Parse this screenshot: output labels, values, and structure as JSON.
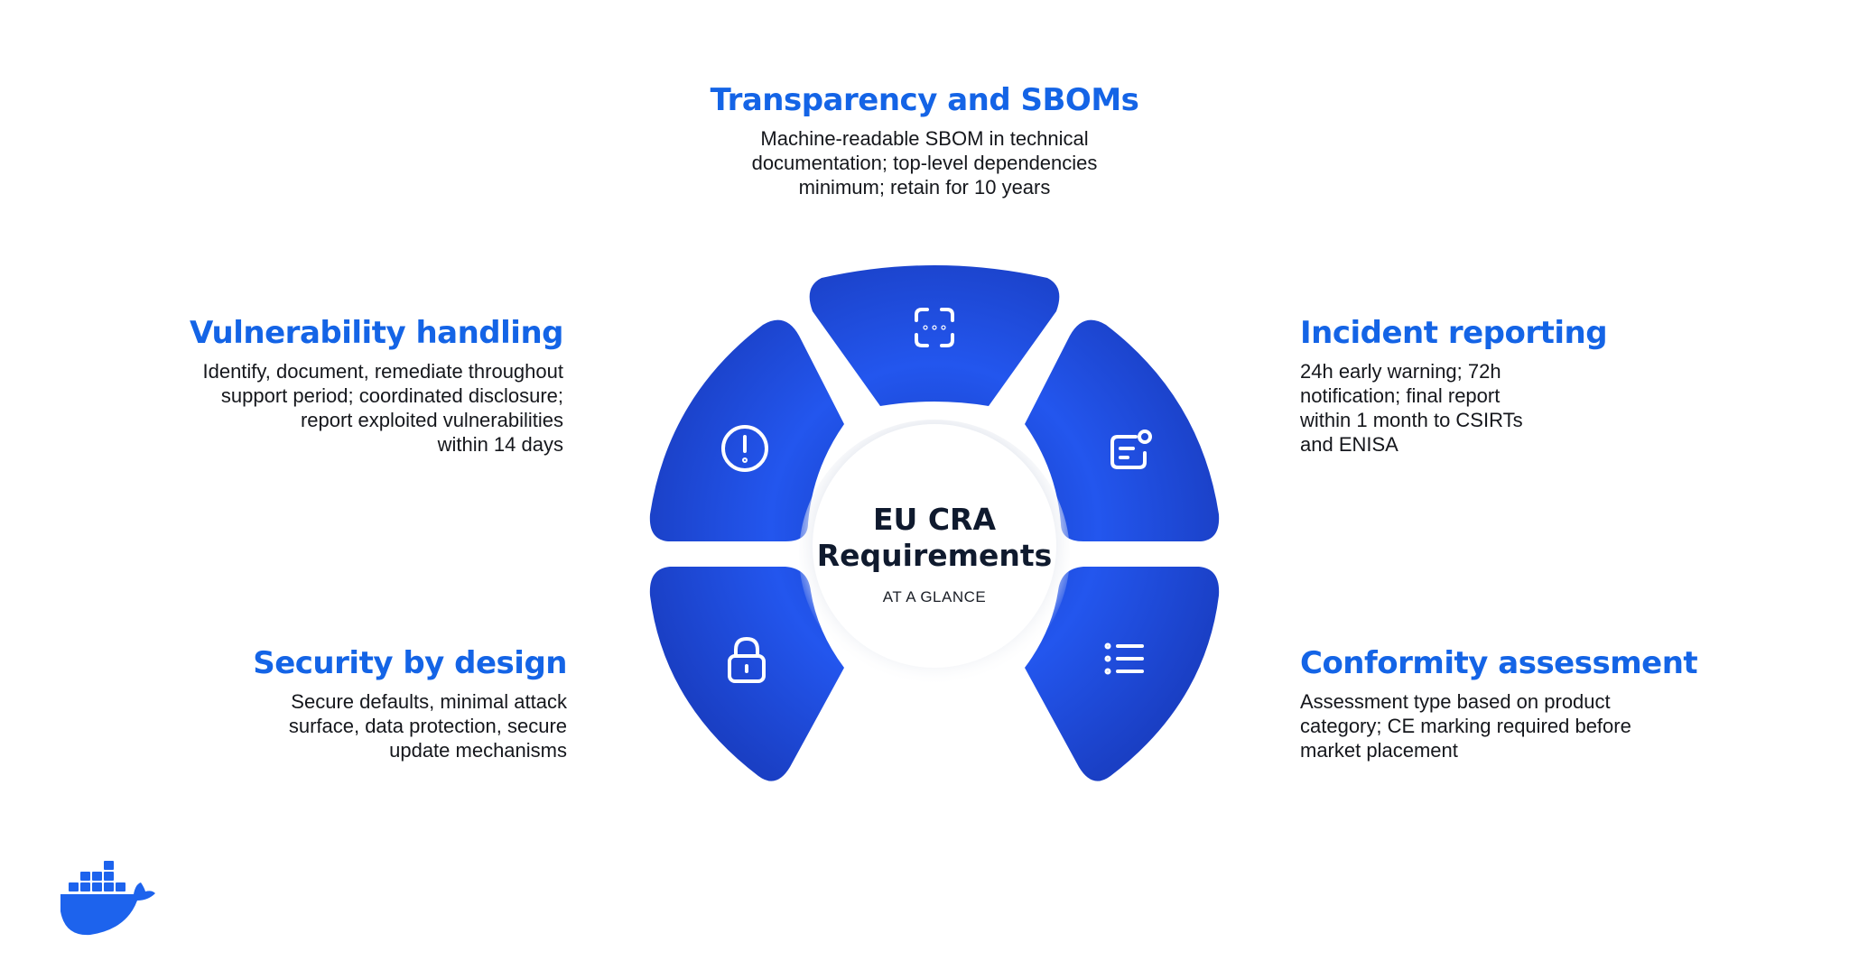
{
  "center": {
    "title_line1": "EU CRA",
    "title_line2": "Requirements",
    "subtitle": "AT A GLANCE"
  },
  "segments": [
    {
      "key": "top",
      "title": "Transparency and SBOMs",
      "lines": [
        "Machine-readable SBOM in technical",
        "documentation; top-level dependencies",
        "minimum; retain for 10 years"
      ],
      "icon": "scan-frame-icon"
    },
    {
      "key": "top-left",
      "title": "Vulnerability handling",
      "lines": [
        "Identify, document, remediate throughout",
        "support period; coordinated disclosure;",
        "report exploited vulnerabilities",
        "within 14 days"
      ],
      "icon": "alert-circle-icon"
    },
    {
      "key": "top-right",
      "title": "Incident reporting",
      "lines": [
        "24h early warning; 72h",
        "notification; final report",
        "within 1 month to CSIRTs",
        "and ENISA"
      ],
      "icon": "report-notification-icon"
    },
    {
      "key": "bottom-left",
      "title": "Security by design",
      "lines": [
        "Secure defaults, minimal attack",
        "surface, data protection, secure",
        "update mechanisms"
      ],
      "icon": "padlock-icon"
    },
    {
      "key": "bottom-right",
      "title": "Conformity assessment",
      "lines": [
        "Assessment type based on product",
        "category; CE marking required before",
        "market placement"
      ],
      "icon": "checklist-icon"
    }
  ],
  "colors": {
    "accent": "#1464e6",
    "segment_light": "#2d5cf2",
    "segment_dark": "#1238b8",
    "text": "#15171c"
  },
  "logo": {
    "name": "docker-whale-logo",
    "color": "#1d63ed"
  }
}
